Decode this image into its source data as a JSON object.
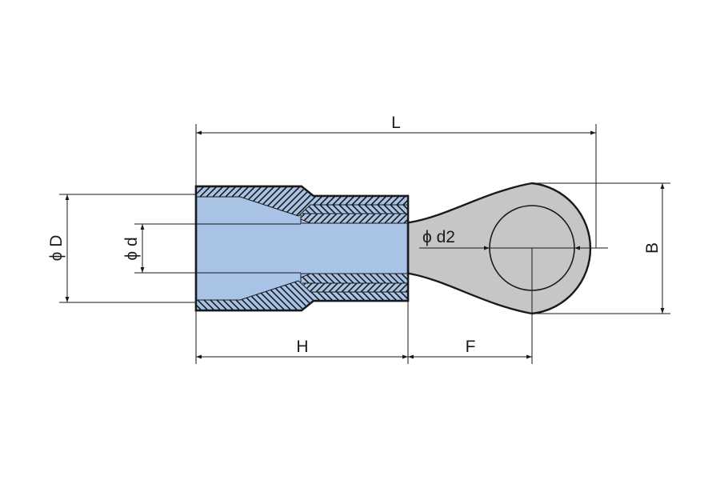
{
  "diagram": {
    "labels": {
      "L": "L",
      "H": "H",
      "F": "F",
      "B": "B",
      "D": "ϕ D",
      "d": "ϕ d",
      "d2": "ϕ d2"
    },
    "colors": {
      "sleeve": "#a9c3e6",
      "terminal": "#c6c6c6",
      "line": "#1a1a1a"
    }
  }
}
